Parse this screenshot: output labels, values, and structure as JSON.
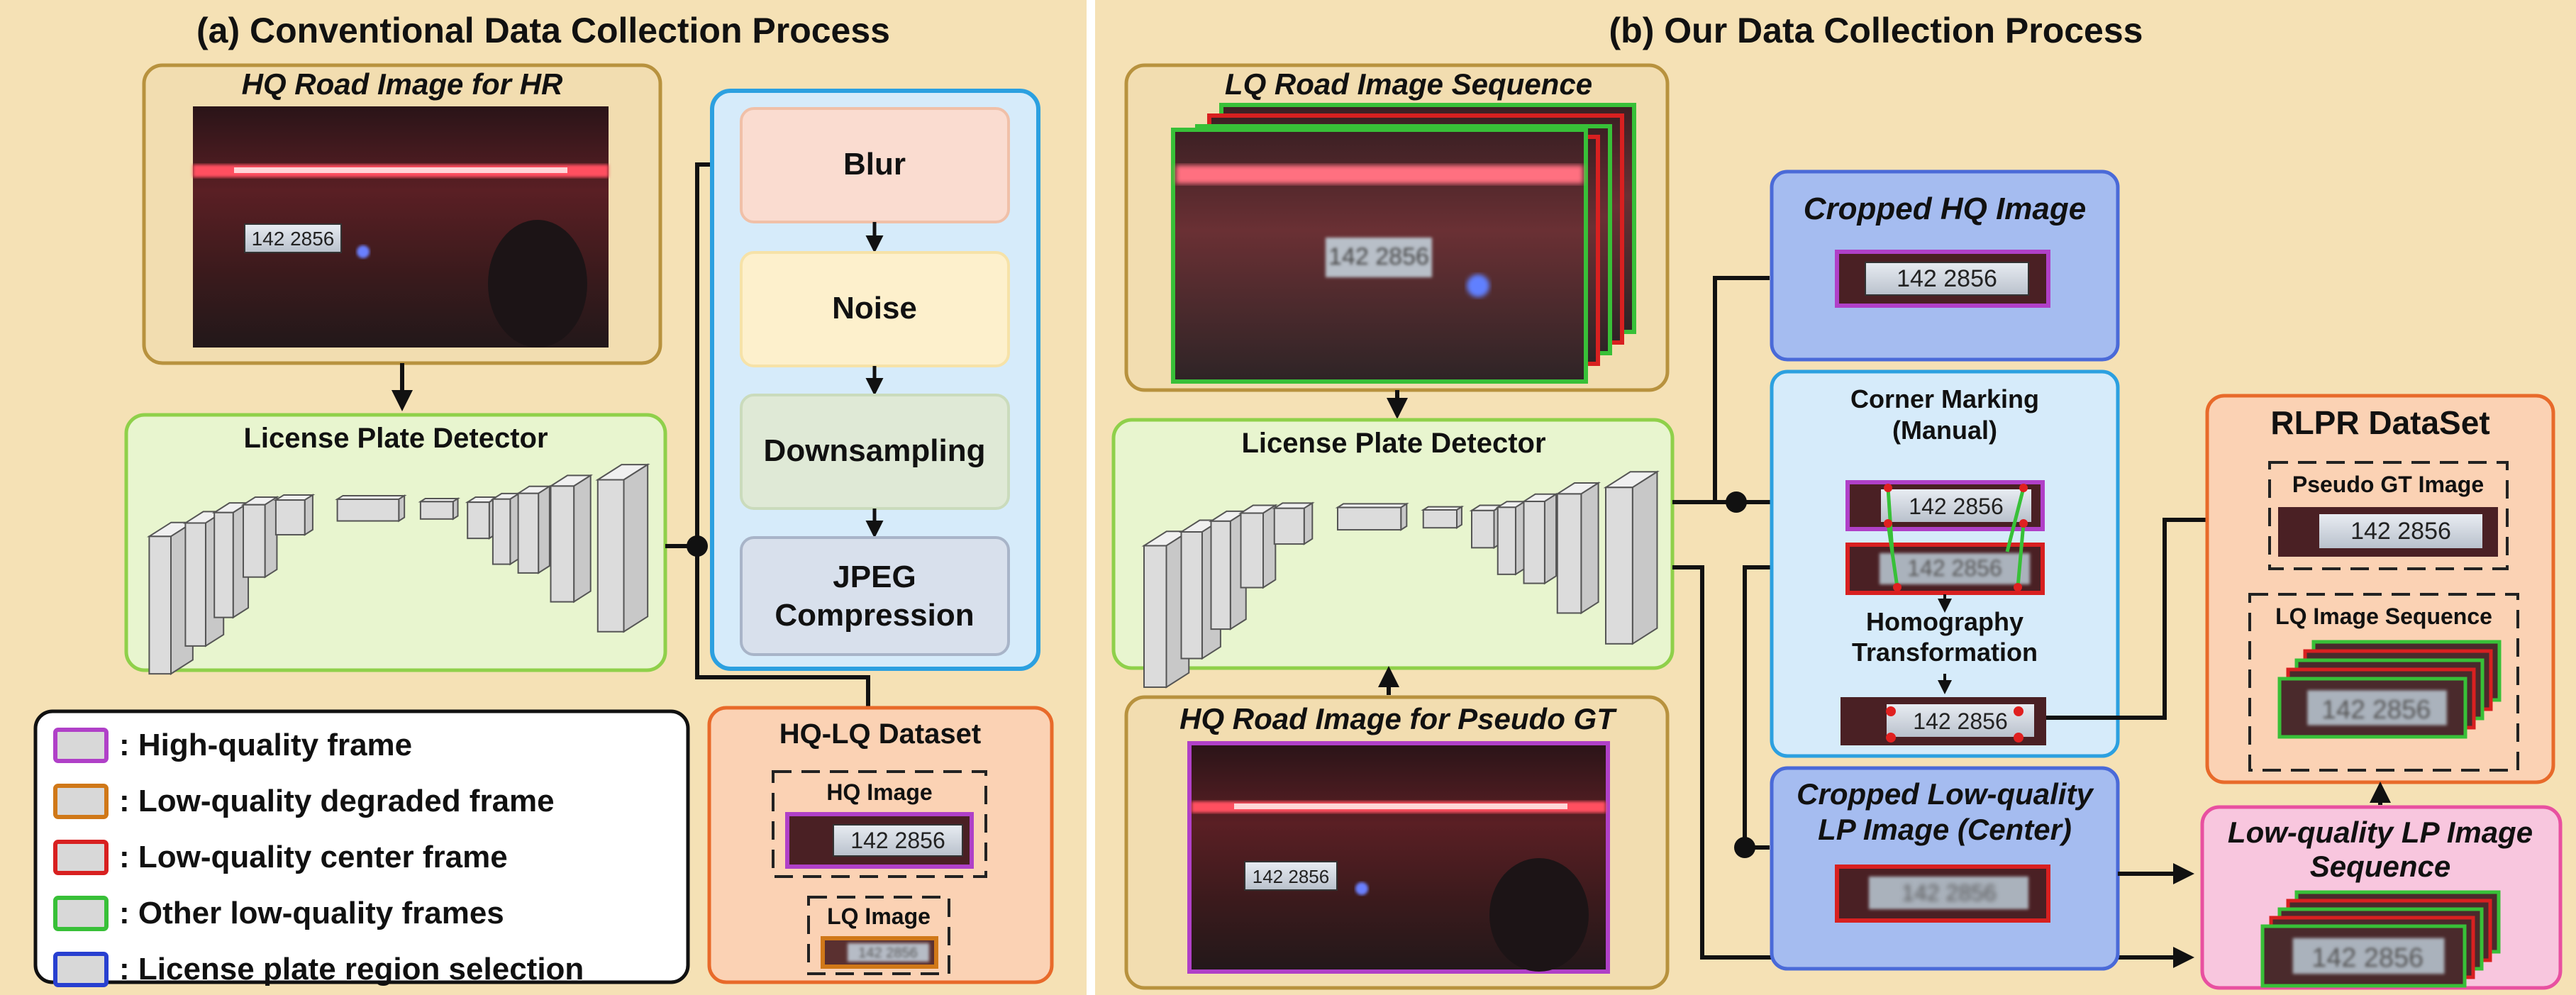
{
  "panel_a": {
    "title": "(a)  Conventional Data Collection Process",
    "hq_road_image_label": "HQ Road Image for HR",
    "detector_label": "License Plate Detector",
    "degradation_steps": [
      "Blur",
      "Noise",
      "Downsampling",
      "JPEG",
      "Compression"
    ],
    "dataset_title": "HQ-LQ Dataset",
    "hq_image_label": "HQ Image",
    "lq_image_label": "LQ Image"
  },
  "legend": [
    {
      "text": ": High-quality frame",
      "color": "#b040c8"
    },
    {
      "text": ": Low-quality degraded frame",
      "color": "#d07818"
    },
    {
      "text": ": Low-quality center frame",
      "color": "#d82020"
    },
    {
      "text": ": Other low-quality frames",
      "color": "#38c038"
    },
    {
      "text": ": License plate region selection",
      "color": "#2840d0"
    }
  ],
  "panel_b": {
    "title": "(b) Our Data Collection Process",
    "lq_sequence_label": "LQ Road Image Sequence",
    "detector_label": "License Plate Detector",
    "hq_pseudo_label": "HQ Road Image for Pseudo GT",
    "cropped_hq_label": "Cropped HQ Image",
    "corner_marking_line1": "Corner Marking",
    "corner_marking_line2": "(Manual)",
    "homography_line1": "Homography",
    "homography_line2": "Transformation",
    "cropped_lq_line1": "Cropped Low-quality",
    "cropped_lq_line2": "LP Image (Center)",
    "rlpr_title": "RLPR DataSet",
    "pseudo_gt_label": "Pseudo GT Image",
    "lq_image_sequence_label": "LQ Image Sequence",
    "lq_lp_sequence_line1": "Low-quality LP Image",
    "lq_lp_sequence_line2": "Sequence"
  },
  "plate_text": {
    "sharp": "142  2856",
    "blurry": "142  2856"
  },
  "colors": {
    "background_beige": "#f5e1b5",
    "road_box": "#f2ddb0",
    "detector_green": "#e8f5cf",
    "degradation_blue": "#d6ebfa",
    "dataset_orange": "#fbd2b4",
    "cropped_blue": "#a5bcf0",
    "pink_sequence": "#f8c6de",
    "hq_frame": "#b040c8",
    "lq_degraded_frame": "#d07818",
    "lq_center_frame": "#d82020",
    "other_lq_frame": "#38c038",
    "region_selection": "#2840d0"
  }
}
